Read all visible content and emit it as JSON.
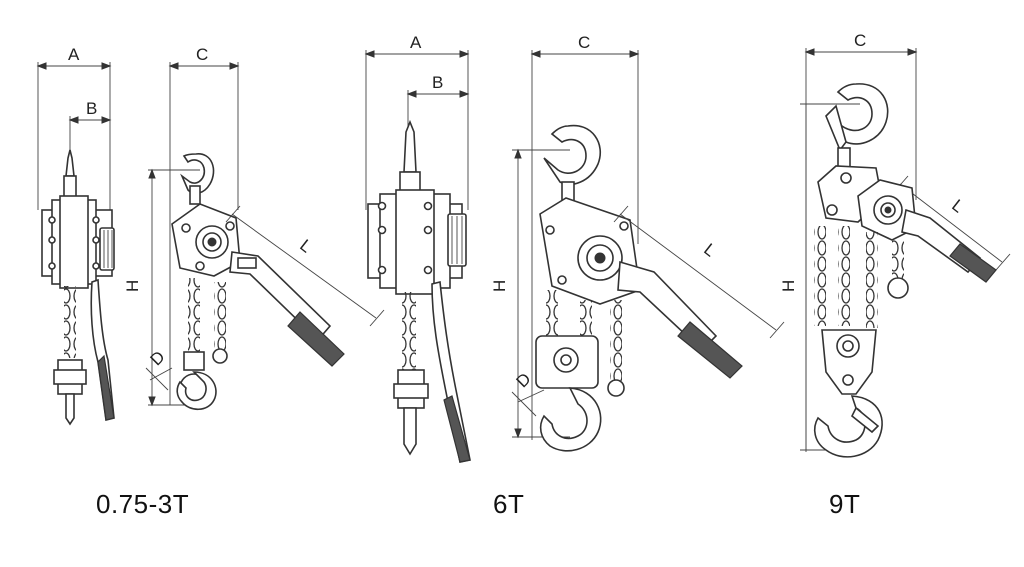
{
  "models": [
    {
      "id": "m1",
      "label": "0.75-3T",
      "dims": {
        "A": "A",
        "B": "B",
        "C": "C",
        "H": "H",
        "D": "D",
        "L": "L"
      }
    },
    {
      "id": "m2",
      "label": "6T",
      "dims": {
        "A": "A",
        "B": "B",
        "C": "C",
        "H": "H",
        "D": "D",
        "L": "L"
      }
    },
    {
      "id": "m3",
      "label": "9T",
      "dims": {
        "C": "C",
        "H": "H",
        "L": "L"
      }
    }
  ],
  "colors": {
    "line": "#333333",
    "background": "#ffffff"
  }
}
